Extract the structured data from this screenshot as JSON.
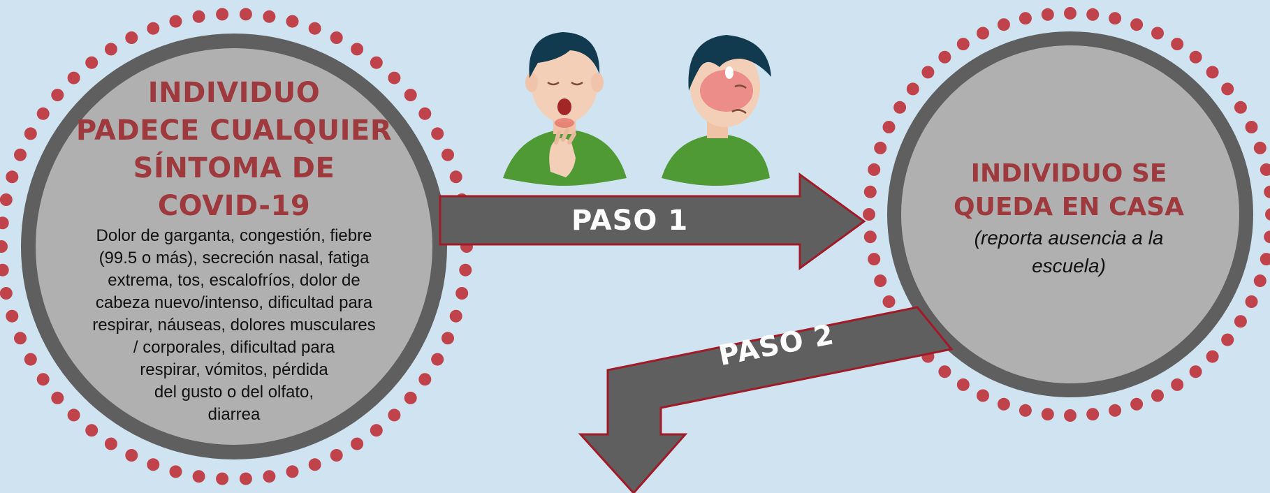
{
  "colors": {
    "background": "#cfe3f1",
    "dots": "#c0434b",
    "ring": "#5f5f5f",
    "circle_fill": "#b0b0b0",
    "arrow": "#5f5f5f",
    "arrow_outline": "#a01b27",
    "title": "#9e3a3e"
  },
  "left_circle": {
    "title_lines": [
      "INDIVIDUO",
      "PADECE CUALQUIER",
      "SÍNTOMA DE",
      "COVID-19"
    ],
    "description_lines": [
      "Dolor de garganta, congestión, fiebre",
      "(99.5 o más), secreción nasal, fatiga",
      "extrema, tos, escalofríos, dolor de",
      "cabeza nuevo/intenso, dificultad para",
      "respirar, náuseas, dolores musculares",
      "/ corporales, dificultad para",
      "respirar, vómitos, pérdida",
      "del gusto o del olfato,",
      "diarrea"
    ]
  },
  "right_circle": {
    "title_lines": [
      "INDIVIDUO SE",
      "QUEDA EN CASA"
    ],
    "subtitle_lines": [
      "(reporta ausencia a la",
      "escuela)"
    ]
  },
  "arrows": {
    "step1": "PASO 1",
    "step2": "PASO 2"
  },
  "illustrations": {
    "person1_icon": "sore-throat-person-icon",
    "person2_icon": "fever-person-icon"
  }
}
